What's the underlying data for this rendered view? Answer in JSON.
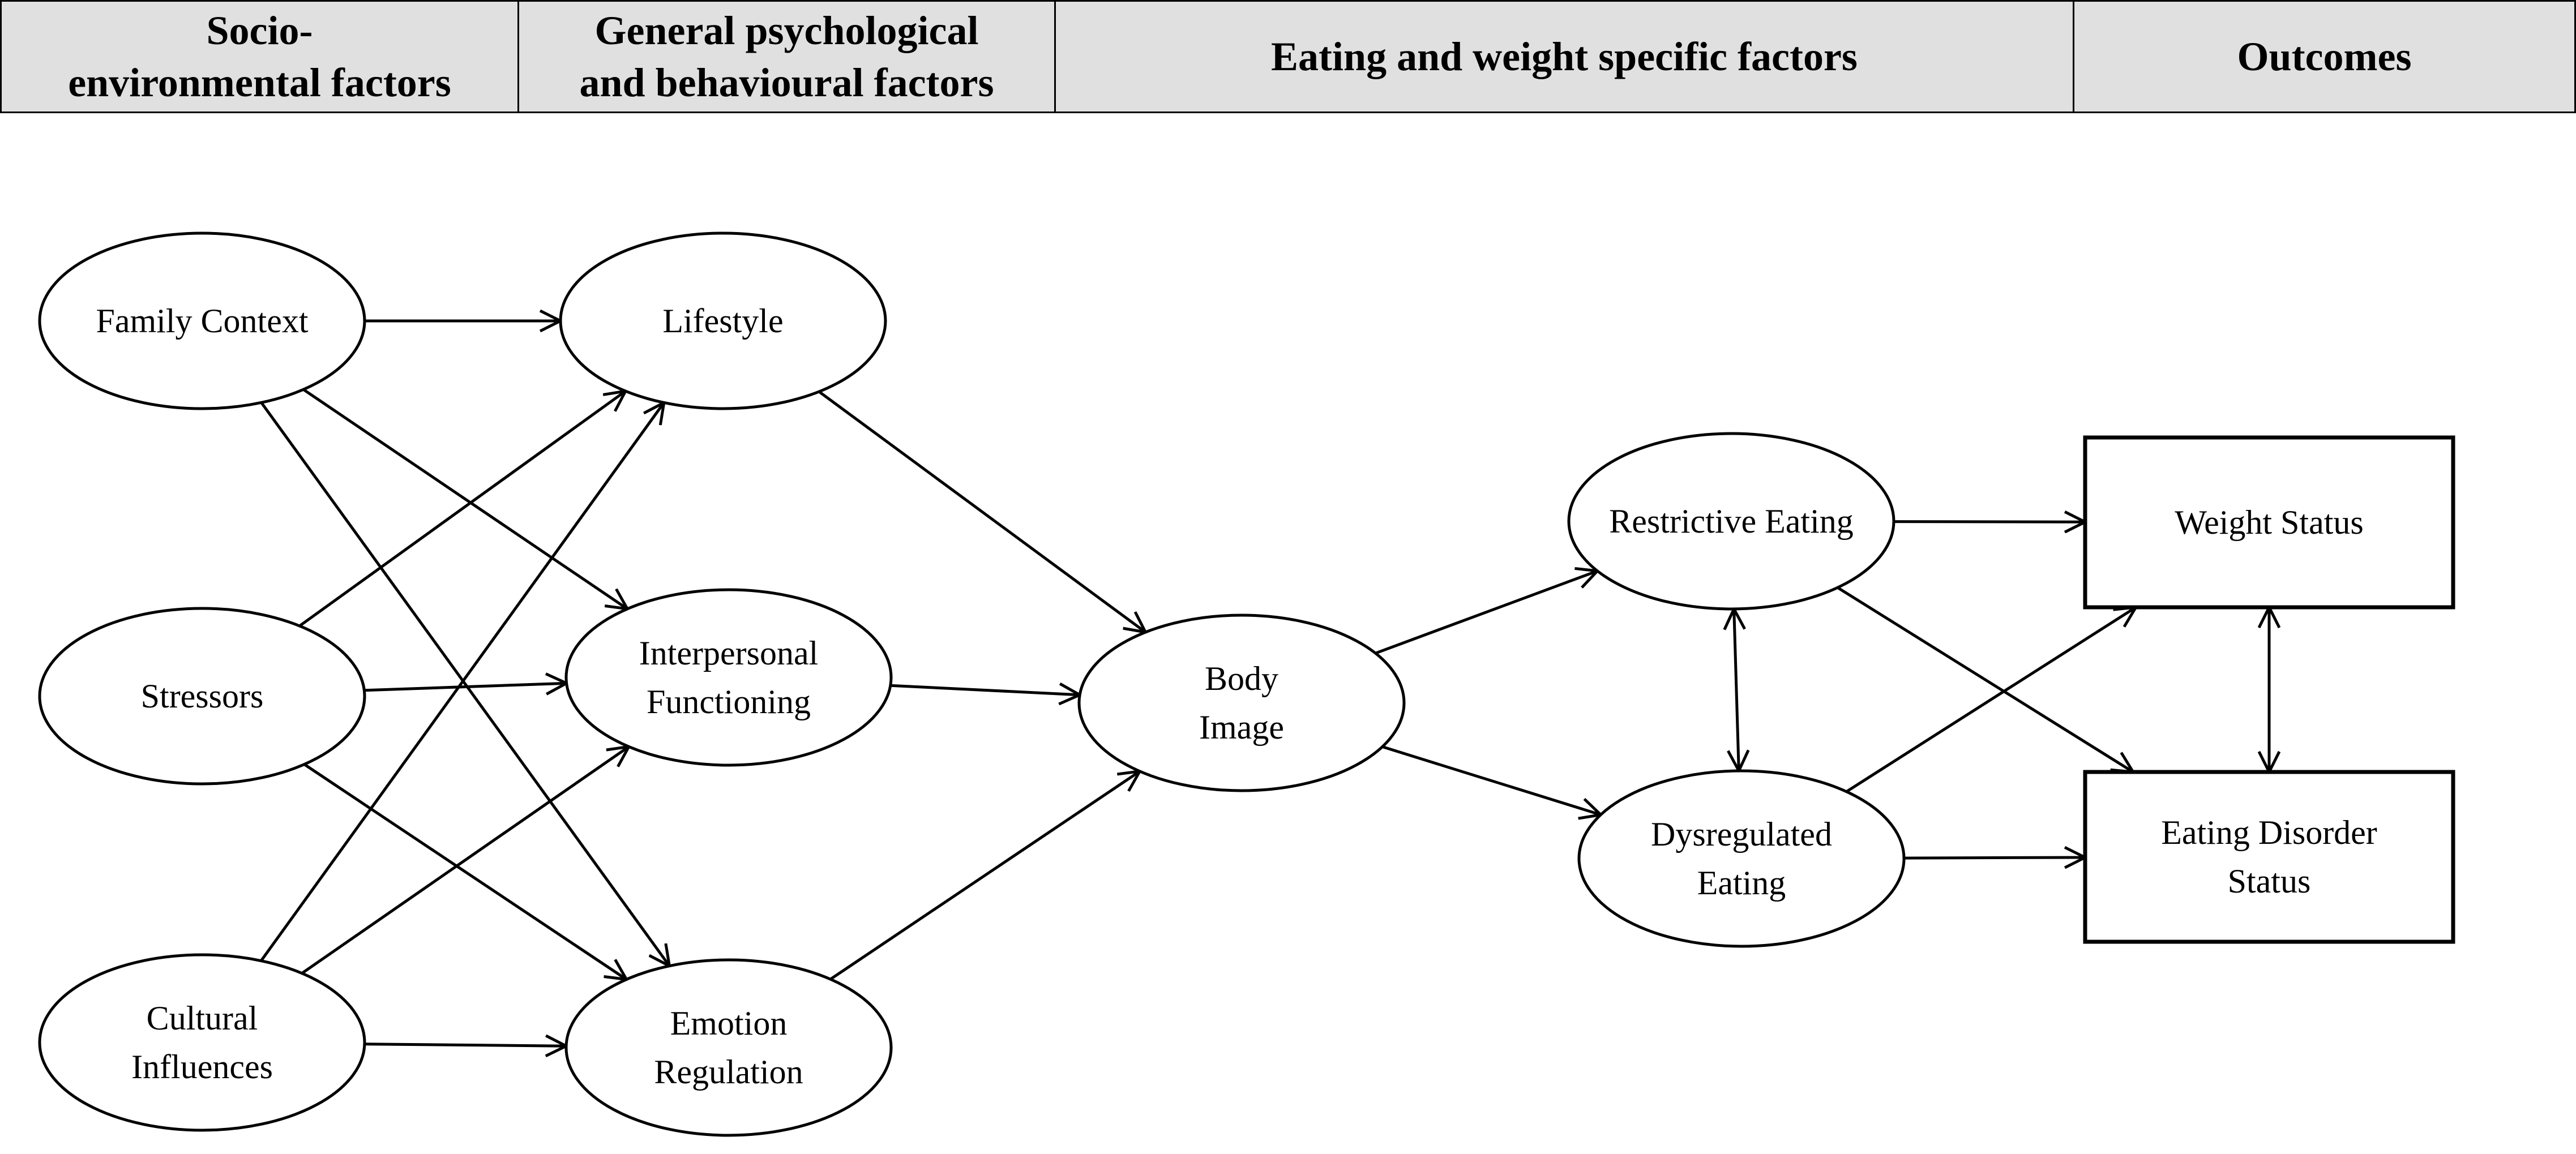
{
  "header": {
    "columns": [
      {
        "id": "socio",
        "lines": [
          "Socio-",
          "environmental factors"
        ]
      },
      {
        "id": "psych",
        "lines": [
          "General psychological",
          "and behavioural factors"
        ]
      },
      {
        "id": "eating",
        "lines": [
          "Eating and weight specific factors"
        ]
      },
      {
        "id": "outcomes",
        "lines": [
          "Outcomes"
        ]
      }
    ]
  },
  "diagram": {
    "nodes": [
      {
        "id": "family",
        "shape": "ellipse",
        "lines": [
          "Family Context"
        ]
      },
      {
        "id": "stressors",
        "shape": "ellipse",
        "lines": [
          "Stressors"
        ]
      },
      {
        "id": "cultural",
        "shape": "ellipse",
        "lines": [
          "Cultural",
          "Influences"
        ]
      },
      {
        "id": "lifestyle",
        "shape": "ellipse",
        "lines": [
          "Lifestyle"
        ]
      },
      {
        "id": "interpersonal",
        "shape": "ellipse",
        "lines": [
          "Interpersonal",
          "Functioning"
        ]
      },
      {
        "id": "emotion",
        "shape": "ellipse",
        "lines": [
          "Emotion",
          "Regulation"
        ]
      },
      {
        "id": "body",
        "shape": "ellipse",
        "lines": [
          "Body",
          "Image"
        ]
      },
      {
        "id": "restrictive",
        "shape": "ellipse",
        "lines": [
          "Restrictive Eating"
        ]
      },
      {
        "id": "dysregulated",
        "shape": "ellipse",
        "lines": [
          "Dysregulated",
          "Eating"
        ]
      },
      {
        "id": "weight",
        "shape": "rect",
        "lines": [
          "Weight Status"
        ]
      },
      {
        "id": "eatingdisorder",
        "shape": "rect",
        "lines": [
          "Eating Disorder",
          "Status"
        ]
      }
    ],
    "edges": [
      {
        "from": "family",
        "to": "lifestyle",
        "type": "directed"
      },
      {
        "from": "family",
        "to": "interpersonal",
        "type": "directed"
      },
      {
        "from": "family",
        "to": "emotion",
        "type": "directed"
      },
      {
        "from": "stressors",
        "to": "lifestyle",
        "type": "directed"
      },
      {
        "from": "stressors",
        "to": "interpersonal",
        "type": "directed"
      },
      {
        "from": "stressors",
        "to": "emotion",
        "type": "directed"
      },
      {
        "from": "cultural",
        "to": "lifestyle",
        "type": "directed"
      },
      {
        "from": "cultural",
        "to": "interpersonal",
        "type": "directed"
      },
      {
        "from": "cultural",
        "to": "emotion",
        "type": "directed"
      },
      {
        "from": "lifestyle",
        "to": "body",
        "type": "directed"
      },
      {
        "from": "interpersonal",
        "to": "body",
        "type": "directed"
      },
      {
        "from": "emotion",
        "to": "body",
        "type": "directed"
      },
      {
        "from": "body",
        "to": "restrictive",
        "type": "directed"
      },
      {
        "from": "body",
        "to": "dysregulated",
        "type": "directed"
      },
      {
        "from": "restrictive",
        "to": "dysregulated",
        "type": "bidirectional"
      },
      {
        "from": "restrictive",
        "to": "weight",
        "type": "directed"
      },
      {
        "from": "restrictive",
        "to": "eatingdisorder",
        "type": "directed"
      },
      {
        "from": "dysregulated",
        "to": "weight",
        "type": "directed"
      },
      {
        "from": "dysregulated",
        "to": "eatingdisorder",
        "type": "directed"
      },
      {
        "from": "weight",
        "to": "eatingdisorder",
        "type": "bidirectional"
      }
    ]
  }
}
